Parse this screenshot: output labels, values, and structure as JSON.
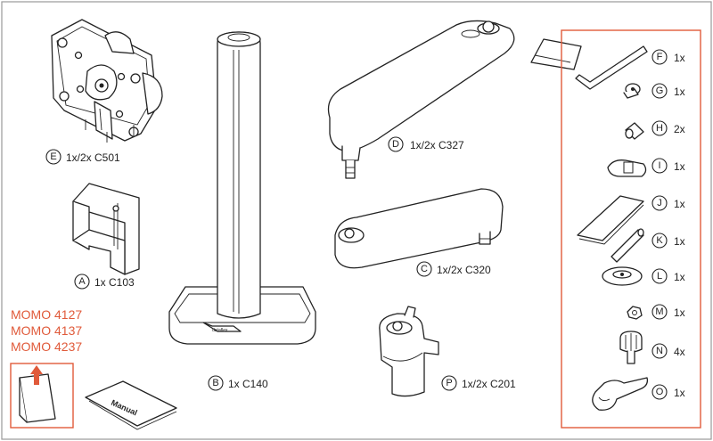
{
  "frame_color": "#e05a3a",
  "accent_color": "#e05a3a",
  "models": [
    "MOMO 4127",
    "MOMO 4137",
    "MOMO 4237"
  ],
  "manual_text": "Manual",
  "brand_text": "dataflex",
  "parts": {
    "E": {
      "letter": "E",
      "text": "1x/2x C501"
    },
    "A": {
      "letter": "A",
      "text": "1x C103"
    },
    "B": {
      "letter": "B",
      "text": "1x C140"
    },
    "D": {
      "letter": "D",
      "text": "1x/2x C327"
    },
    "C": {
      "letter": "C",
      "text": "1x/2x C320"
    },
    "P": {
      "letter": "P",
      "text": "1x/2x C201"
    }
  },
  "small_parts": [
    {
      "letter": "F",
      "qty": "1x"
    },
    {
      "letter": "G",
      "qty": "1x"
    },
    {
      "letter": "H",
      "qty": "2x"
    },
    {
      "letter": "I",
      "qty": "1x"
    },
    {
      "letter": "J",
      "qty": "1x"
    },
    {
      "letter": "K",
      "qty": "1x"
    },
    {
      "letter": "L",
      "qty": "1x"
    },
    {
      "letter": "M",
      "qty": "1x"
    },
    {
      "letter": "N",
      "qty": "4x"
    },
    {
      "letter": "O",
      "qty": "1x"
    }
  ]
}
